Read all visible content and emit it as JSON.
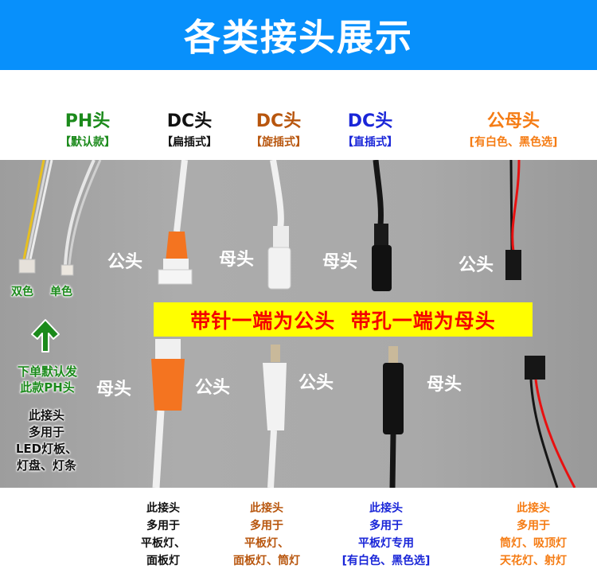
{
  "banner": {
    "title": "各类接头展示"
  },
  "types": [
    {
      "name": "PH头",
      "sub": "【默认款】",
      "color": "#1b8a1b"
    },
    {
      "name": "DC头",
      "sub": "【扁插式】",
      "color": "#111111"
    },
    {
      "name": "DC头",
      "sub": "【旋插式】",
      "color": "#b8560e"
    },
    {
      "name": "DC头",
      "sub": "【直插式】",
      "color": "#1a26d8"
    },
    {
      "name": "公母头",
      "sub": "[有白色、黑色选]",
      "color": "#f57c14"
    }
  ],
  "photo": {
    "ph_variants": {
      "two_color": "双色",
      "single_color": "单色"
    },
    "top_row_labels": [
      "公头",
      "母头",
      "母头",
      "公头"
    ],
    "bottom_row_labels": [
      "母头",
      "公头",
      "公头",
      "母头"
    ],
    "arrow_icon": "up-arrow-icon",
    "ph_note": {
      "line1": "下单默认发",
      "line2": "此款PH头"
    },
    "ph_uses": [
      "此接头",
      "多用于",
      "LED灯板、",
      "灯盘、灯条"
    ],
    "notice": "带针一端为公头  带孔一端为母头",
    "colors": {
      "notice_bg": "#ffff00",
      "notice_text": "#f40000",
      "banner": "#0890fb"
    }
  },
  "uses": [
    {
      "lines": [
        "此接头",
        "多用于",
        "平板灯、",
        "面板灯"
      ],
      "color": "#111111"
    },
    {
      "lines": [
        "此接头",
        "多用于",
        "平板灯、",
        "面板灯、筒灯"
      ],
      "color": "#b8560e"
    },
    {
      "lines": [
        "此接头",
        "多用于",
        "平板灯专用",
        "[有白色、黑色选]"
      ],
      "color": "#1a26d8"
    },
    {
      "lines": [
        "此接头",
        "多用于",
        "筒灯、吸顶灯",
        "天花灯、射灯"
      ],
      "color": "#f57c14"
    }
  ]
}
